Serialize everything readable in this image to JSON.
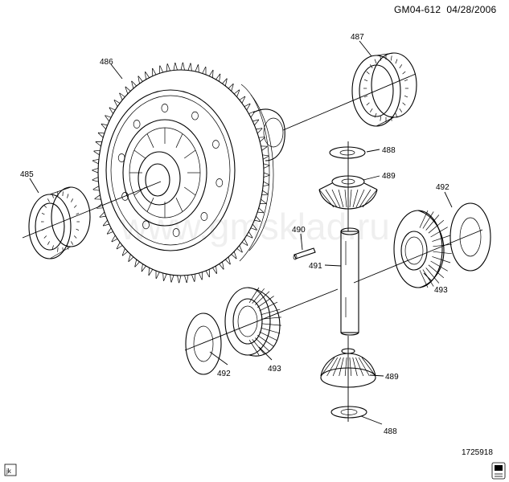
{
  "header": {
    "code": "GM04-612",
    "date": "04/28/2006"
  },
  "watermark": "www.gmsklad.ru",
  "figure_id": "1725918",
  "corner_tag": "jk",
  "parts": {
    "p485": "485",
    "p486": "486",
    "p487": "487",
    "p488_top": "488",
    "p489_top": "489",
    "p490": "490",
    "p491": "491",
    "p492_right": "492",
    "p493_right": "493",
    "p492_left": "492",
    "p493_left": "493",
    "p489_bottom": "489",
    "p488_bottom": "488"
  }
}
